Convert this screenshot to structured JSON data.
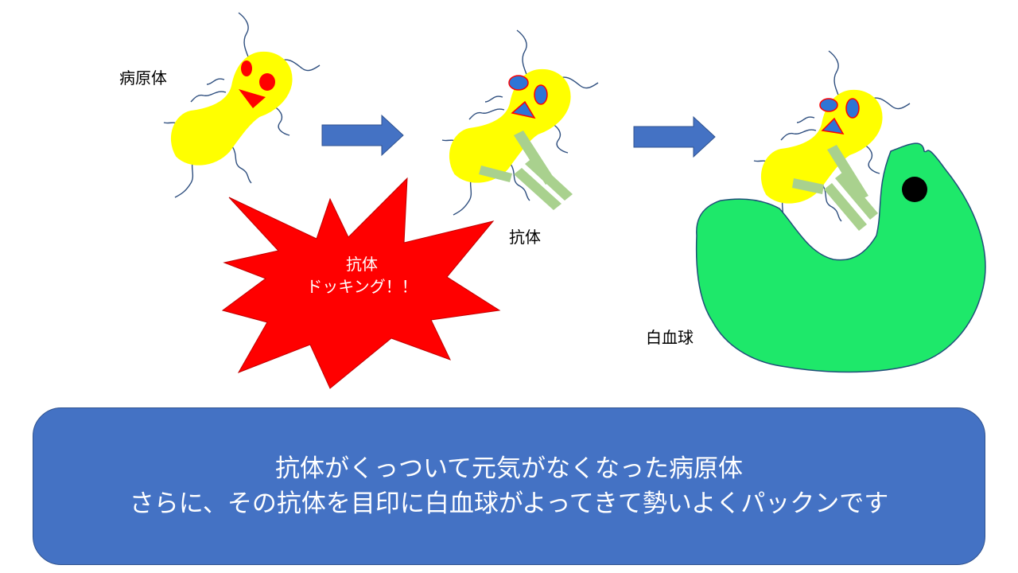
{
  "labels": {
    "pathogen": "病原体",
    "antibody": "抗体",
    "white_blood_cell": "白血球"
  },
  "burst": {
    "line1": "抗体",
    "line2": "ドッキング！！"
  },
  "caption": {
    "line1": "抗体がくっついて元気がなくなった病原体",
    "line2": "さらに、その抗体を目印に白血球がよってきて勢いよくパックンです"
  },
  "colors": {
    "pathogen_body": "#ffff00",
    "face_healthy": "#ff0000",
    "face_weak": "#2e75d6",
    "antibody": "#a9d18e",
    "white_blood_cell": "#1ee86a",
    "arrow": "#4472c4",
    "burst": "#ff0000",
    "caption_bg": "#4472c4"
  }
}
